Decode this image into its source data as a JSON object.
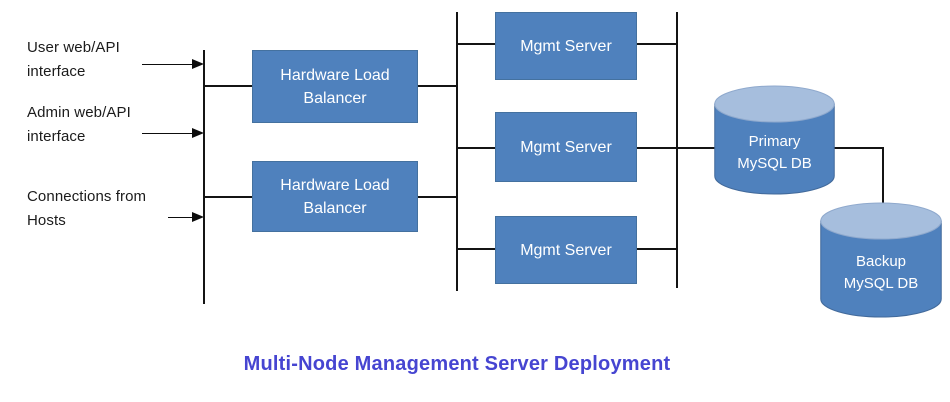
{
  "diagram": {
    "title": "Multi-Node Management Server Deployment"
  },
  "inputs": [
    {
      "line1": "User web/API",
      "line2": "interface"
    },
    {
      "line1": "Admin web/API",
      "line2": "interface"
    },
    {
      "line1": "Connections from",
      "line2": "Hosts"
    }
  ],
  "load_balancers": [
    {
      "line1": "Hardware Load",
      "line2": "Balancer"
    },
    {
      "line1": "Hardware Load",
      "line2": "Balancer"
    }
  ],
  "mgmt_servers": [
    {
      "label": "Mgmt Server"
    },
    {
      "label": "Mgmt Server"
    },
    {
      "label": "Mgmt Server"
    }
  ],
  "databases": [
    {
      "line1": "Primary",
      "line2": "MySQL DB"
    },
    {
      "line1": "Backup",
      "line2": "MySQL DB"
    }
  ],
  "colors": {
    "node_fill": "#4f81bd",
    "cylinder_top": "#a6bedd",
    "title_text": "#4645d1",
    "line": "#141414",
    "node_text": "#ffffff"
  }
}
